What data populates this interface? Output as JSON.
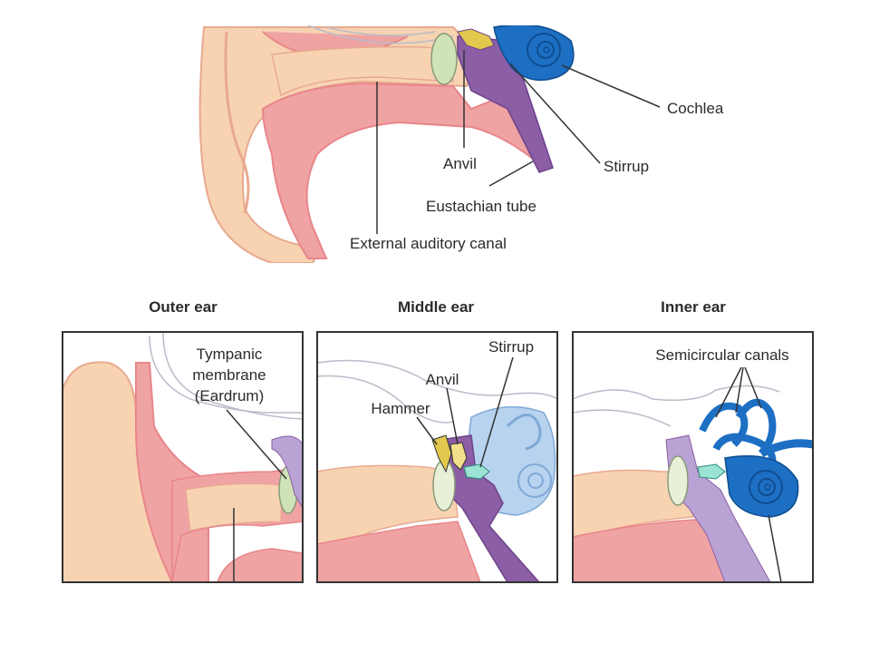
{
  "top_labels": {
    "cochlea": "Cochlea",
    "anvil": "Anvil",
    "stirrup": "Stirrup",
    "eustachian_tube": "Eustachian tube",
    "external_auditory_canal": "External auditory canal"
  },
  "panels": {
    "outer": {
      "heading": "Outer ear",
      "tympanic_1": "Tympanic",
      "tympanic_2": "membrane",
      "tympanic_3": "(Eardrum)"
    },
    "middle": {
      "heading": "Middle ear",
      "stirrup": "Stirrup",
      "anvil": "Anvil",
      "hammer": "Hammer"
    },
    "inner": {
      "heading": "Inner ear",
      "semicircular_canals": "Semicircular canals"
    }
  },
  "colors": {
    "skin": "#f7d3b2",
    "skin_outline": "#e8a98f",
    "canal_pink": "#f0a3a3",
    "canal_dark": "#e8868a",
    "purple": "#8b5ea6",
    "cochlea_blue": "#1d6fc4",
    "light_blue": "#b8d3ef",
    "eardrum_green": "#cfe3b7",
    "line": "#333333"
  }
}
